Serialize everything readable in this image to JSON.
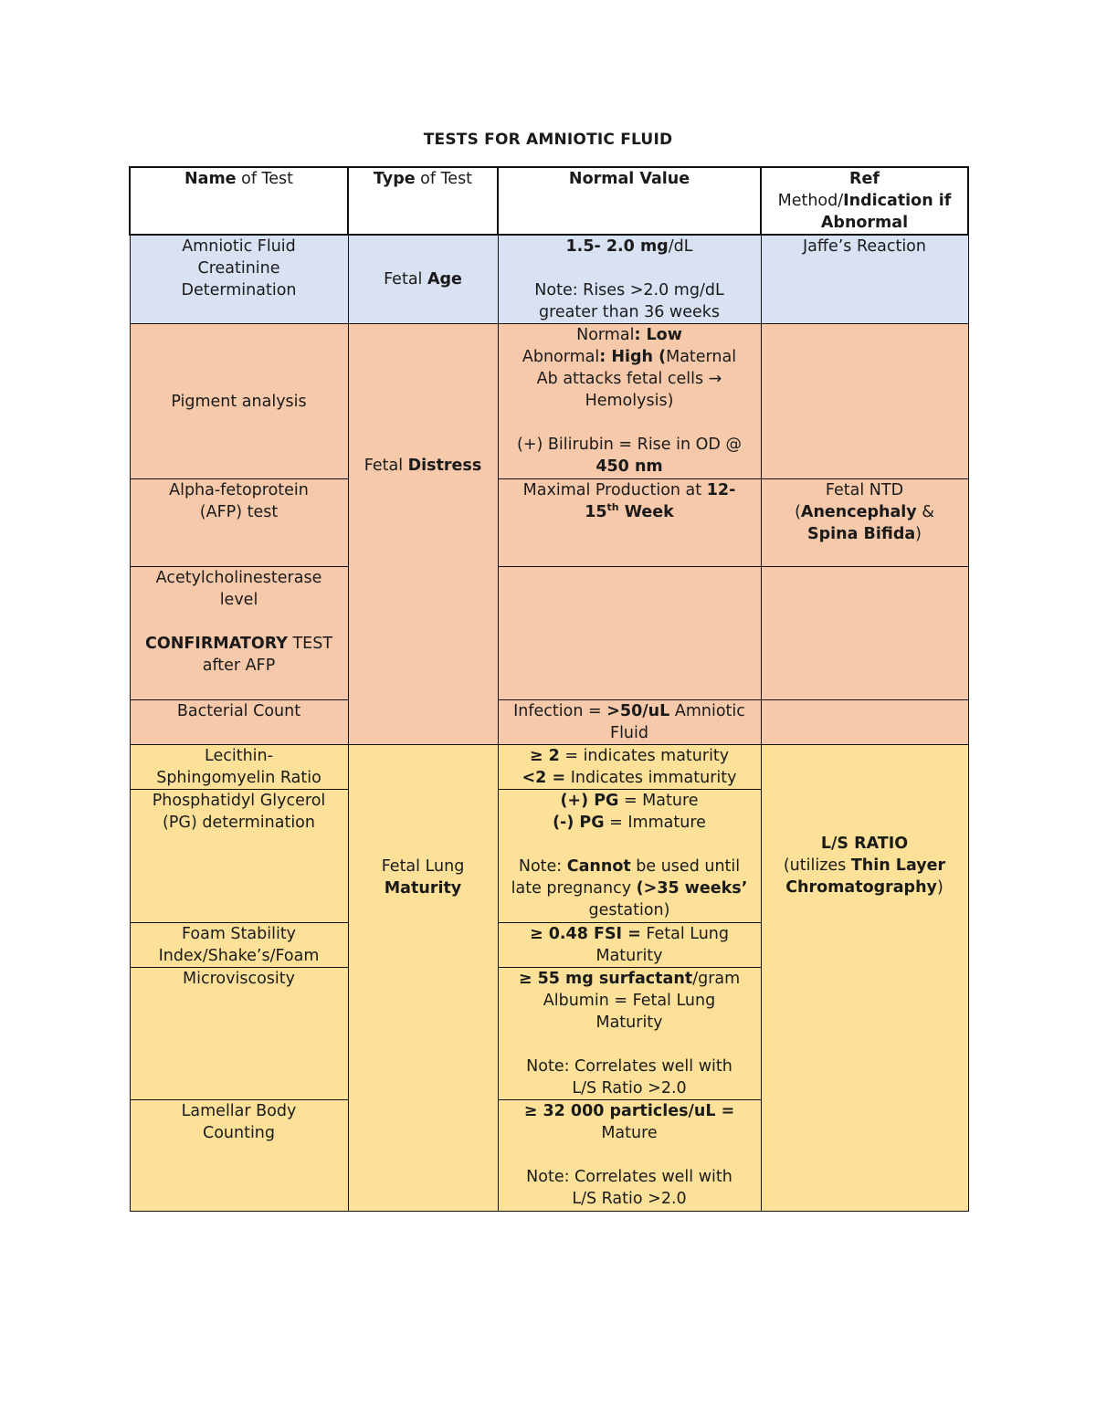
{
  "title": "TESTS FOR AMNIOTIC FLUID",
  "headers": {
    "name_b": "Name",
    "name_r": " of Test",
    "type_b": "Type",
    "type_r": " of Test",
    "normal": "Normal Value",
    "ref_1": "Ref",
    "ref_2a": "Method/",
    "ref_2b": "Indication if",
    "ref_3": "Abnormal"
  },
  "creatinine": {
    "name": [
      "Amniotic Fluid",
      "Creatinine",
      "Determination"
    ],
    "type_a": "Fetal ",
    "type_b": "Age",
    "val_1b": "1.5- 2.0 mg",
    "val_1r": "/dL",
    "val_2": "Note: Rises >2.0 mg/dL",
    "val_3": "greater than 36 weeks",
    "ref": "Jaffe’s Reaction"
  },
  "distress": {
    "type_a": "Fetal ",
    "type_b": "Distress"
  },
  "pigment": {
    "name": "Pigment analysis",
    "v1a": "Normal",
    "v1b": ": Low",
    "v2a": "Abnormal",
    "v2b": ": High (",
    "v2c": "Maternal",
    "v3": "Ab attacks fetal cells →",
    "v4": "Hemolysis)",
    "v5": "(+) Bilirubin = Rise in OD @",
    "v6": "450 nm"
  },
  "afp": {
    "name": [
      "Alpha-fetoprotein",
      "(AFP) test"
    ],
    "v1a": "Maximal Production at ",
    "v1b": "12-",
    "v2a": "15",
    "v2sup": "th",
    "v2b": " Week",
    "r1": "Fetal NTD",
    "r2a": "(",
    "r2b": "Anencephaly",
    "r2c": " &",
    "r3a": "Spina Bifida",
    "r3b": ")"
  },
  "ache": {
    "name1": "Acetylcholinesterase",
    "name2": "level",
    "name3b": "CONFIRMATORY",
    "name3r": " TEST",
    "name4": "after AFP"
  },
  "bacterial": {
    "name": "Bacterial Count",
    "v1a": "Infection = ",
    "v1b": ">50/uL",
    "v1c": " Amniotic",
    "v2": "Fluid"
  },
  "lung": {
    "type_a": "Fetal Lung",
    "type_b": "Maturity"
  },
  "lsratio": {
    "name": [
      "Lecithin-",
      "Sphingomyelin Ratio"
    ],
    "v1b": "≥ 2",
    "v1r": " = indicates maturity",
    "v2b": "<2 =",
    "v2r": " Indicates immaturity"
  },
  "ls_ref": {
    "r1": "L/S RATIO",
    "r2a": "(utilizes ",
    "r2b": "Thin Layer",
    "r3a": "Chromatography",
    "r3b": ")"
  },
  "pg": {
    "name": [
      "Phosphatidyl Glycerol",
      "(PG) determination"
    ],
    "v1b": "(+) PG",
    "v1r": " = Mature",
    "v2b": "(-) PG",
    "v2r": " = Immature",
    "v3a": "Note: ",
    "v3b": "Cannot",
    "v3c": " be used until",
    "v4a": "late pregnancy ",
    "v4b": "(>35 weeks’",
    "v5": "gestation)"
  },
  "foam": {
    "name": [
      "Foam Stability",
      "Index/Shake’s/Foam"
    ],
    "v1b": "≥ 0.48 FSI =",
    "v1r": " Fetal Lung",
    "v2": "Maturity"
  },
  "micro": {
    "name": "Microviscosity",
    "v1b": "≥ 55 mg surfactant",
    "v1r": "/gram",
    "v2": "Albumin = Fetal Lung",
    "v3": "Maturity",
    "v4": "Note: Correlates well with",
    "v5": "L/S Ratio >2.0"
  },
  "lamellar": {
    "name": [
      "Lamellar Body",
      "Counting"
    ],
    "v1": "≥ 32 000 particles/uL =",
    "v2": "Mature",
    "v3": "Note: Correlates well with",
    "v4": "L/S Ratio >2.0"
  }
}
